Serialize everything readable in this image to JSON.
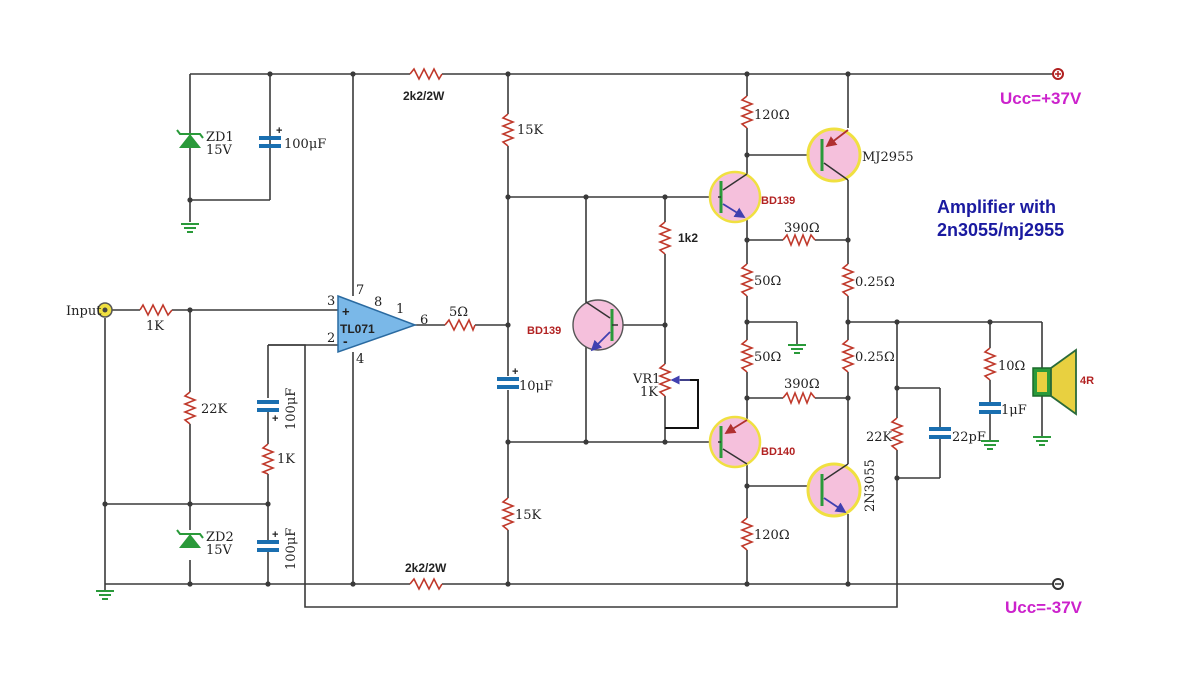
{
  "title": {
    "line1": "Amplifier with",
    "line2": "2n3055/mj2955"
  },
  "supply": {
    "positive": "Ucc=+37V",
    "negative": "Ucc=-37V"
  },
  "input_label": "Input",
  "opamp": {
    "name": "TL071",
    "pins": {
      "p1": "1",
      "p2": "2",
      "p3": "3",
      "p4": "4",
      "p6": "6",
      "p7": "7",
      "p8": "8"
    },
    "plus": "+",
    "minus": "-"
  },
  "resistors": {
    "r_input": "1K",
    "r_22k_left": "22K",
    "r_1k_mid": "1K",
    "r_top_2k2": "2k2/2W",
    "r_bot_2k2": "2k2/2W",
    "r_out_5": "5Ω",
    "r_15k_top": "15K",
    "r_15k_bot": "15K",
    "r_1k2": "1k2",
    "r_120_top": "120Ω",
    "r_390_top": "390Ω",
    "r_50_top": "50Ω",
    "r_50_bot": "50Ω",
    "r_390_bot": "390Ω",
    "r_120_bot": "120Ω",
    "r_025_top": "0.25Ω",
    "r_025_bot": "0.25Ω",
    "r_22k_right": "22K",
    "r_10": "10Ω",
    "vr1_name": "VR1",
    "vr1_value": "1K"
  },
  "capacitors": {
    "c_100_top": "100μF",
    "c_100_mid": "100μF",
    "c_100_bot": "100μF",
    "c_10": "10μF",
    "c_22p": "22pF",
    "c_1u": "1μF"
  },
  "diodes": {
    "zd1_name": "ZD1",
    "zd1_value": "15V",
    "zd2_name": "ZD2",
    "zd2_value": "15V"
  },
  "transistors": {
    "q_bd139_left": "BD139",
    "q_bd139_top": "BD139",
    "q_bd140": "BD140",
    "q_mj2955": "MJ2955",
    "q_2n3055": "2N3055"
  },
  "speaker": "4R",
  "colors": {
    "wire": "#3a3a3a",
    "resistor": "#c0392b",
    "capacitor": "#1a6fb0",
    "ground": "#2a9a3a",
    "transistor_fill": "#f5c0dc",
    "transistor_ring": "#f0e040",
    "opamp_fill": "#7ab8e8",
    "speaker_fill": "#e8d040",
    "supply_text": "#cc22cc",
    "title_text": "#1a1aa0",
    "part_label": "#b22222"
  }
}
